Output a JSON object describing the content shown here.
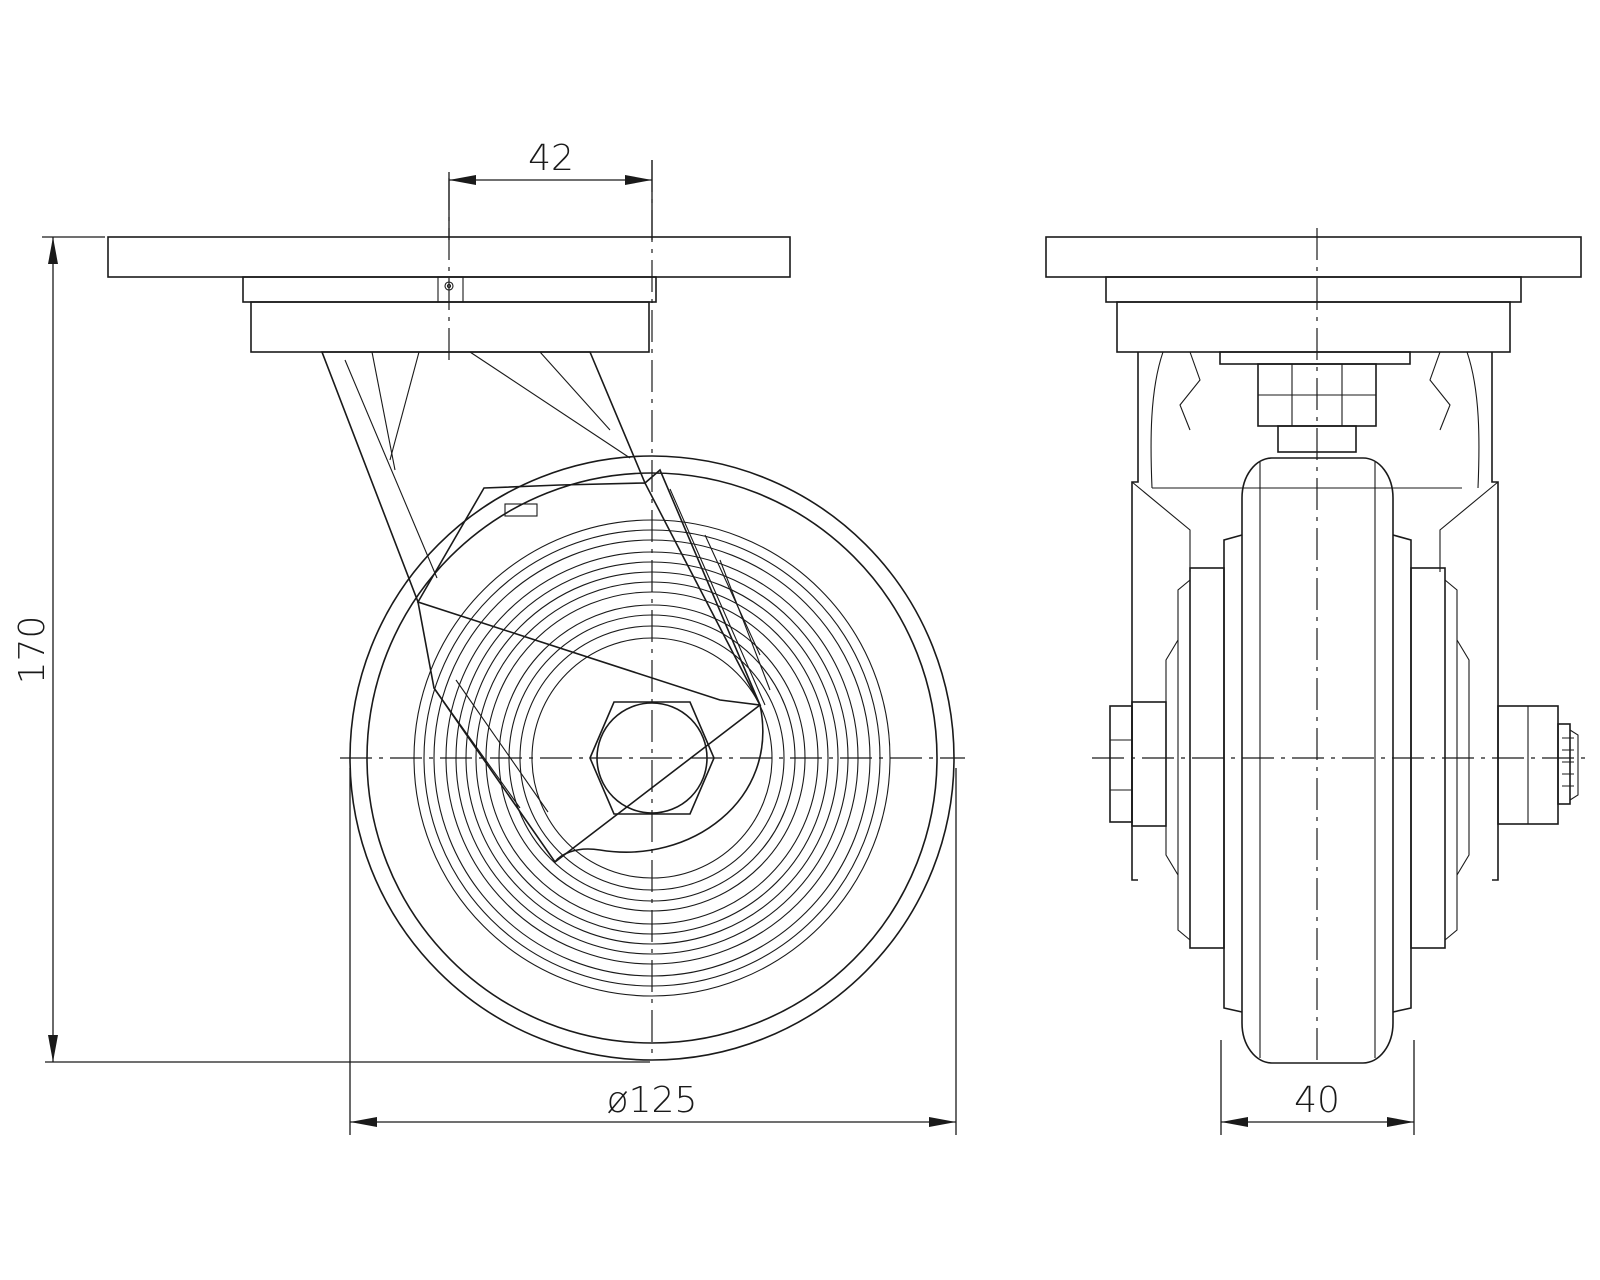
{
  "dimensions": {
    "kingpin_offset": "42",
    "overall_height": "170",
    "wheel_diameter": "ø125",
    "wheel_width": "40"
  }
}
